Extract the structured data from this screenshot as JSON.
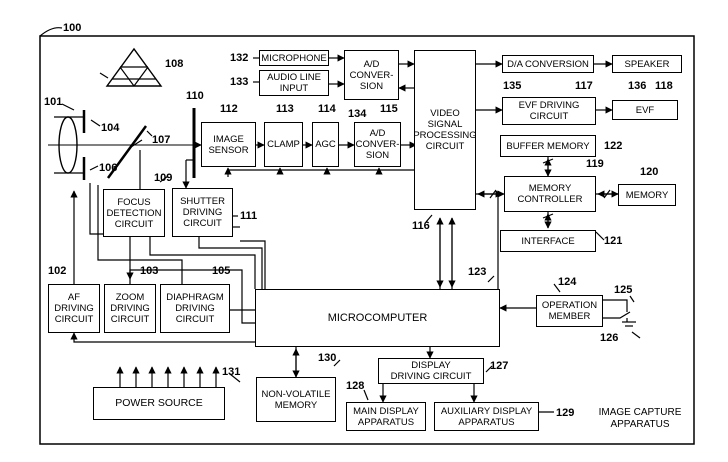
{
  "device_caption": "IMAGE CAPTURE\nAPPARATUS",
  "blocks": {
    "microphone": {
      "label": "MICROPHONE",
      "ref": "132"
    },
    "audio_line_input": {
      "label": "AUDIO LINE\nINPUT",
      "ref": "133"
    },
    "audio_ad_conversion": {
      "label": "A/D\nCONVER-\nSION",
      "ref": "134"
    },
    "video_signal_processing": {
      "label": "VIDEO\nSIGNAL\nPROCESSING\nCIRCUIT",
      "ref": "116"
    },
    "da_conversion": {
      "label": "D/A CONVERSION",
      "ref": "135"
    },
    "speaker": {
      "label": "SPEAKER",
      "ref": "136"
    },
    "evf_driving": {
      "label": "EVF DRIVING\nCIRCUIT",
      "ref": "117"
    },
    "evf": {
      "label": "EVF",
      "ref": "118"
    },
    "image_sensor": {
      "label": "IMAGE\nSENSOR",
      "ref": "112"
    },
    "clamp": {
      "label": "CLAMP",
      "ref": "113"
    },
    "agc": {
      "label": "AGC",
      "ref": "114"
    },
    "video_ad_conversion": {
      "label": "A/D\nCONVER-\nSION",
      "ref": "115"
    },
    "buffer_memory": {
      "label": "BUFFER MEMORY",
      "ref": "122"
    },
    "memory_controller": {
      "label": "MEMORY\nCONTROLLER",
      "ref": "119"
    },
    "memory": {
      "label": "MEMORY",
      "ref": "120"
    },
    "interface": {
      "label": "INTERFACE",
      "ref": "121"
    },
    "focus_detection": {
      "label": "FOCUS\nDETECTION\nCIRCUIT",
      "ref": "109"
    },
    "shutter_driving": {
      "label": "SHUTTER\nDRIVING\nCIRCUIT",
      "ref": "111"
    },
    "af_driving": {
      "label": "AF\nDRIVING\nCIRCUIT",
      "ref": "102"
    },
    "zoom_driving": {
      "label": "ZOOM\nDRIVING\nCIRCUIT",
      "ref": "103"
    },
    "diaphragm_driving": {
      "label": "DIAPHRAGM\nDRIVING\nCIRCUIT",
      "ref": "105"
    },
    "microcomputer": {
      "label": "MICROCOMPUTER",
      "ref": "123"
    },
    "operation_member": {
      "label": "OPERATION\nMEMBER",
      "ref": "124"
    },
    "power_source": {
      "label": "POWER SOURCE",
      "ref": "131"
    },
    "non_volatile_memory": {
      "label": "NON-VOLATILE\nMEMORY",
      "ref": "130"
    },
    "display_driving": {
      "label": "DISPLAY\nDRIVING CIRCUIT",
      "ref": "127"
    },
    "main_display": {
      "label": "MAIN DISPLAY\nAPPARATUS",
      "ref": "128"
    },
    "auxiliary_display": {
      "label": "AUXILIARY DISPLAY\nAPPARATUS",
      "ref": "129"
    }
  },
  "optics": {
    "apparatus_ref": "100",
    "lens_ref": "101",
    "zoom_lens_ref": "104",
    "diaphragm_ref": "106",
    "mirror_ref": "107",
    "pentaprism_ref": "108",
    "shutter_ref": "110",
    "switch_ref_a": "125",
    "switch_ref_b": "126"
  }
}
